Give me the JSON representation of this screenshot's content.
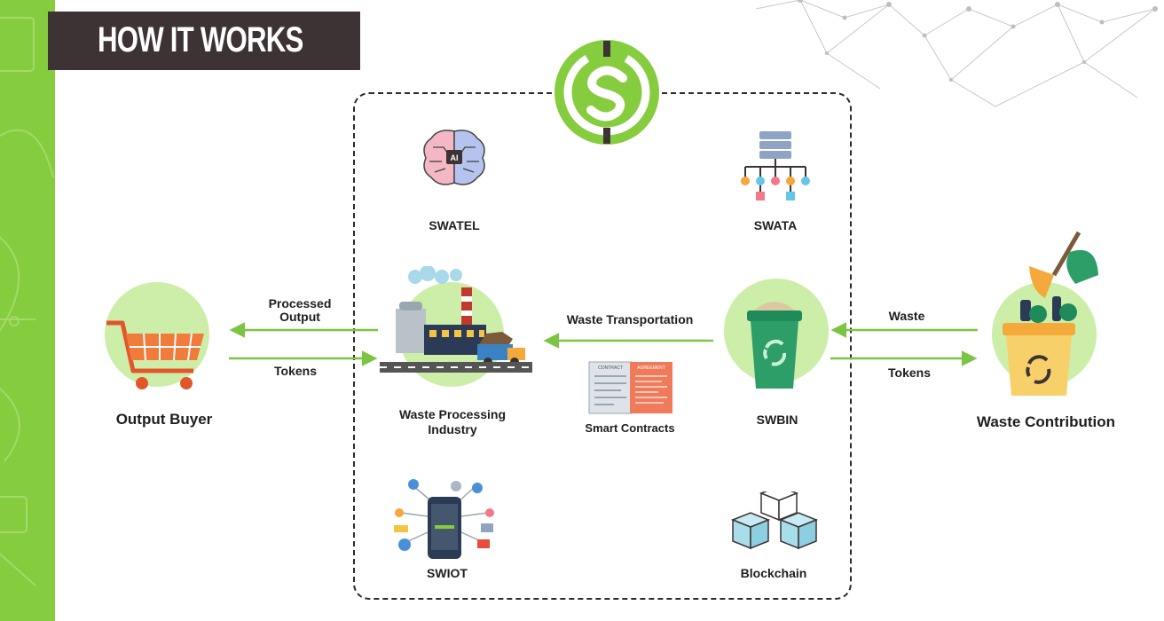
{
  "title": "HOW IT WORKS",
  "nodes": {
    "swatel": "SWATEL",
    "swata": "SWATA",
    "waste_processing": "Waste Processing Industry",
    "swbin": "SWBIN",
    "smart_contracts": "Smart Contracts",
    "swiot": "SWIOT",
    "blockchain": "Blockchain",
    "output_buyer": "Output Buyer",
    "waste_contribution": "Waste Contribution"
  },
  "flows": {
    "processed_output_line1": "Processed",
    "processed_output_line2": "Output",
    "tokens_left": "Tokens",
    "waste_transportation": "Waste Transportation",
    "waste": "Waste",
    "tokens_right": "Tokens"
  },
  "icon_texts": {
    "ai": "AI",
    "contract": "CONTRACT",
    "agreement": "AGREEMENT"
  },
  "colors": {
    "green": "#86cc3f",
    "light_green": "#cdeea8",
    "arrow_green": "#7cc444",
    "dark": "#3d3234"
  }
}
